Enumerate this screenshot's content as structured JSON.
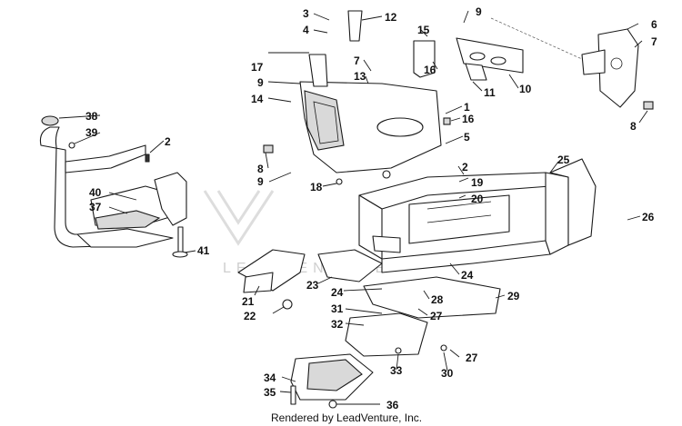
{
  "credit": "Rendered by LeadVenture, Inc.",
  "watermark": "LEADVENTURE",
  "callouts": [
    "1",
    "2",
    "3",
    "4",
    "5",
    "6",
    "7",
    "8",
    "9",
    "10",
    "11",
    "12",
    "13",
    "14",
    "15",
    "16",
    "17",
    "18",
    "19",
    "20",
    "21",
    "22",
    "23",
    "24",
    "25",
    "26",
    "27",
    "28",
    "29",
    "30",
    "31",
    "32",
    "33",
    "34",
    "35",
    "36",
    "37",
    "38",
    "39",
    "40",
    "41"
  ],
  "colors": {
    "line": "#1a1a1a",
    "shade": "#d9d9d9",
    "watermark": "#cfcfcf"
  }
}
